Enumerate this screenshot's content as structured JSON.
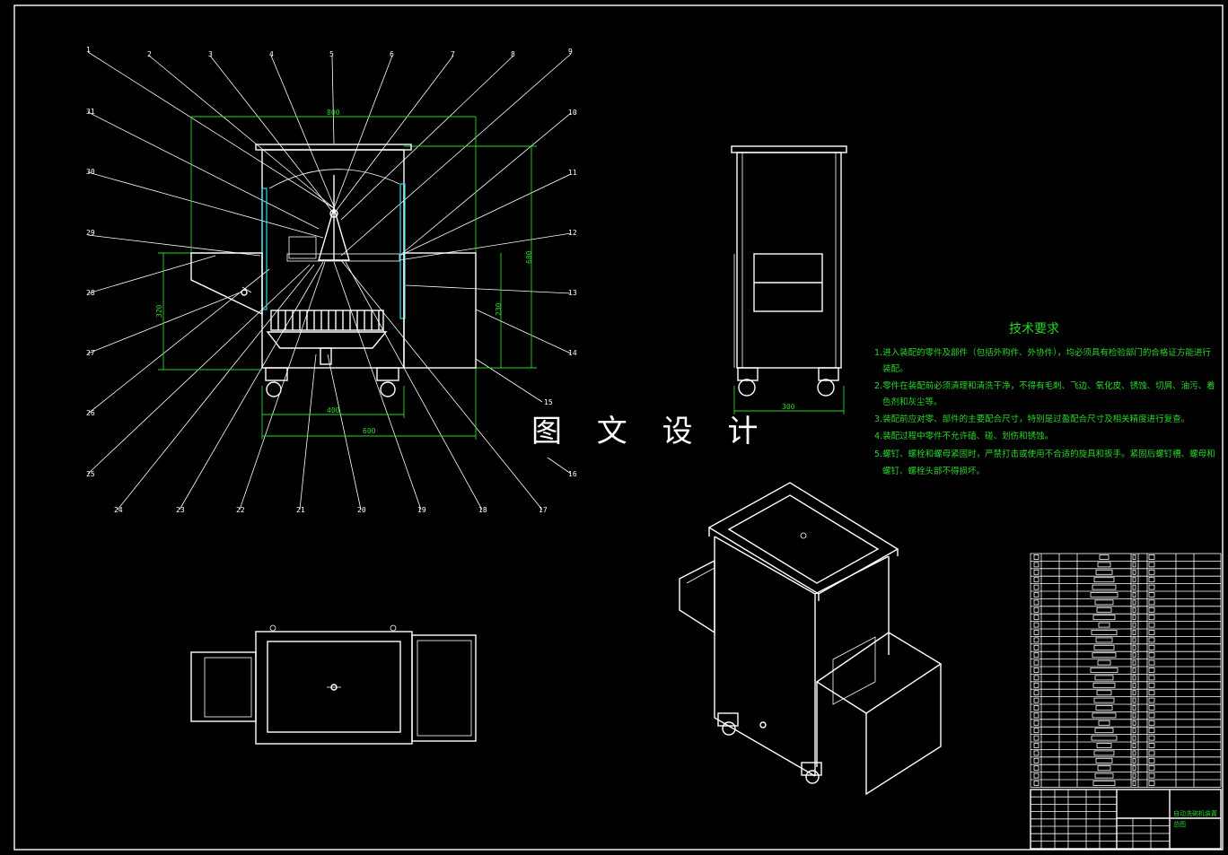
{
  "drawing": {
    "watermark": "图 文 设 计",
    "callouts_top": [
      "1",
      "2",
      "3",
      "4",
      "5",
      "6",
      "7",
      "8",
      "9"
    ],
    "callouts_right": [
      "10",
      "11",
      "12",
      "13",
      "14",
      "15",
      "16"
    ],
    "callouts_bottom": [
      "17",
      "18",
      "19",
      "20",
      "21",
      "22",
      "23",
      "24"
    ],
    "callouts_left": [
      "31",
      "30",
      "29",
      "28",
      "27",
      "26",
      "25"
    ],
    "dims": {
      "front_width_top": "800",
      "front_height": "680",
      "drawer_height": "320",
      "drawer_right_height": "230",
      "base_inner": "400",
      "base_outer": "600",
      "side_width": "300"
    }
  },
  "tech_requirements": {
    "title": "技术要求",
    "lines": [
      "1.进入装配的零件及部件（包括外购件、外协件），均必须具有检验部门的合格证方能进行",
      "装配。",
      "2.零件在装配前必须清理和清洗干净，不得有毛刺、飞边、氧化皮、锈蚀、切屑、油污、着",
      "色剂和灰尘等。",
      "3.装配前应对零、部件的主要配合尺寸，特别是过盈配合尺寸及相关精度进行复查。",
      "4.装配过程中零件不允许磕、碰、划伤和锈蚀。",
      "5.螺钉、螺栓和螺母紧固时，严禁打击或使用不合适的旋具和扳手。紧固后螺钉槽、螺母和",
      "螺钉、螺栓头部不得损坏。"
    ]
  },
  "title_block": {
    "name": "自动洗碗机装置",
    "sub": "总图"
  },
  "colors": {
    "background": "#000000",
    "line": "#ffffff",
    "dimension": "#2bd62b",
    "hidden": "#2fd8e8"
  }
}
